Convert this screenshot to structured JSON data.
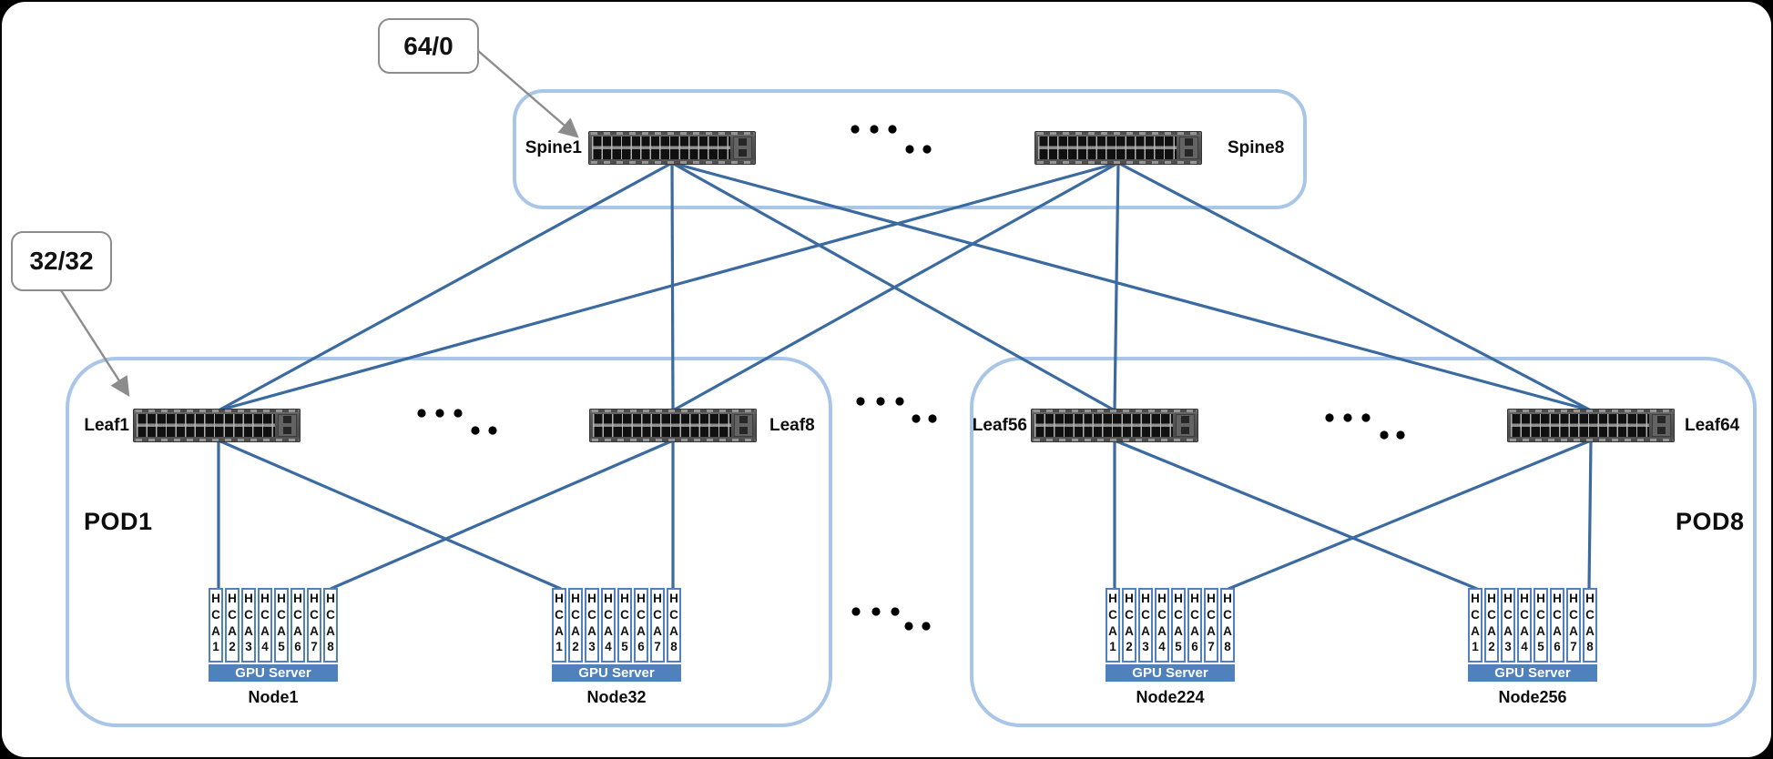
{
  "callouts": {
    "spine_ports": "64/0",
    "leaf_ports": "32/32"
  },
  "spine_group": {
    "switches": [
      {
        "label": "Spine1"
      },
      {
        "label": "Spine8"
      }
    ]
  },
  "pods": [
    {
      "label": "POD1",
      "leaves": [
        {
          "label": "Leaf1"
        },
        {
          "label": "Leaf8"
        }
      ],
      "servers": [
        {
          "node": "Node1"
        },
        {
          "node": "Node32"
        }
      ]
    },
    {
      "label": "POD8",
      "leaves": [
        {
          "label": "Leaf56"
        },
        {
          "label": "Leaf64"
        }
      ],
      "servers": [
        {
          "node": "Node224"
        },
        {
          "node": "Node256"
        }
      ]
    }
  ],
  "gpu_server": {
    "label": "GPU Server",
    "hca_ports": [
      "HCA1",
      "HCA2",
      "HCA3",
      "HCA4",
      "HCA5",
      "HCA6",
      "HCA7",
      "HCA8"
    ]
  },
  "colors": {
    "box_border": "#a9c5e8",
    "link_line": "#3a6aa0",
    "gpu_bar": "#4f81bd",
    "hca_border": "#4f81bd",
    "callout_border": "#8c8c8c",
    "arrow": "#8c8c8c",
    "dot": "#000000"
  }
}
